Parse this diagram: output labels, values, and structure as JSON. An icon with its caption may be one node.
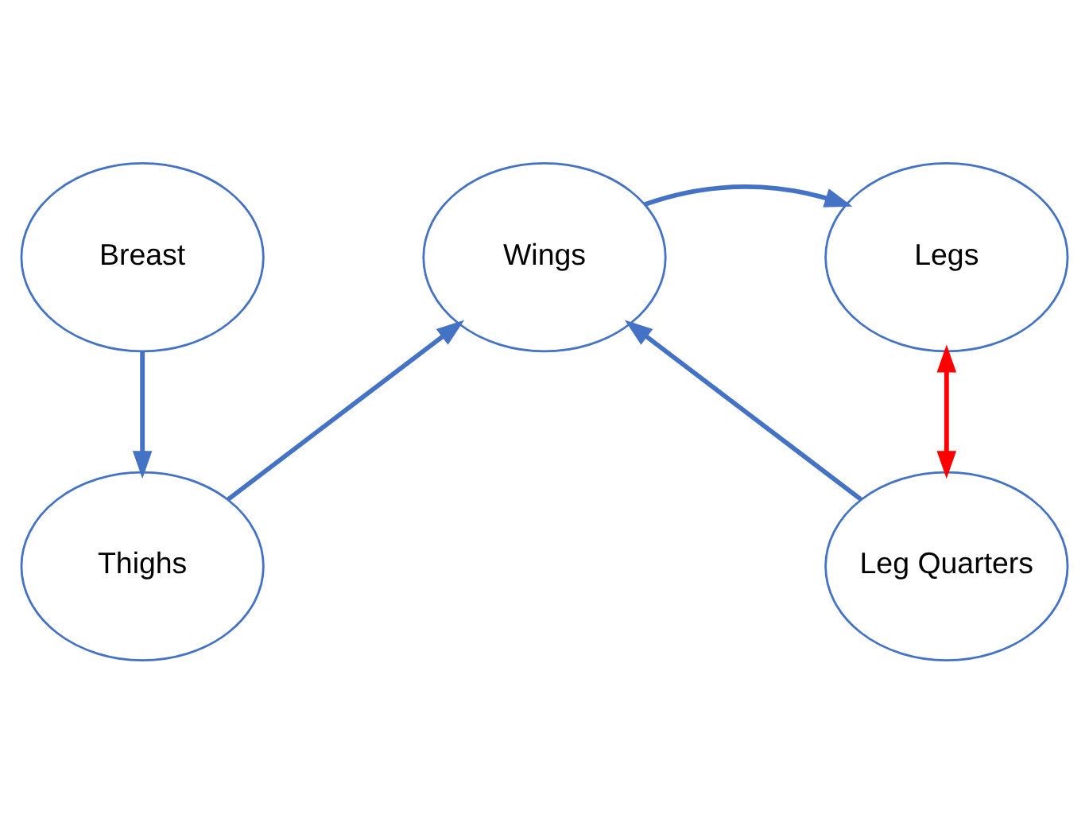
{
  "diagram": {
    "nodes": [
      {
        "text": [
          "Breast"
        ]
      },
      {
        "text": [
          "Wings"
        ]
      },
      {
        "text": [
          "Legs"
        ]
      },
      {
        "text": [
          "Thighs"
        ]
      },
      {
        "text": [
          "Leg Quarters"
        ]
      }
    ],
    "edges": [
      {
        "from": 0,
        "to": 3,
        "arrow": "to"
      },
      {
        "from": 1,
        "to": 2,
        "arrow": "to"
      },
      {
        "from": 3,
        "to": 1,
        "arrow": "to"
      },
      {
        "from": 4,
        "to": 1,
        "arrow": "to"
      },
      {
        "from": 2,
        "to": 4,
        "arrow": "both",
        "color": "#ff0000"
      }
    ]
  }
}
